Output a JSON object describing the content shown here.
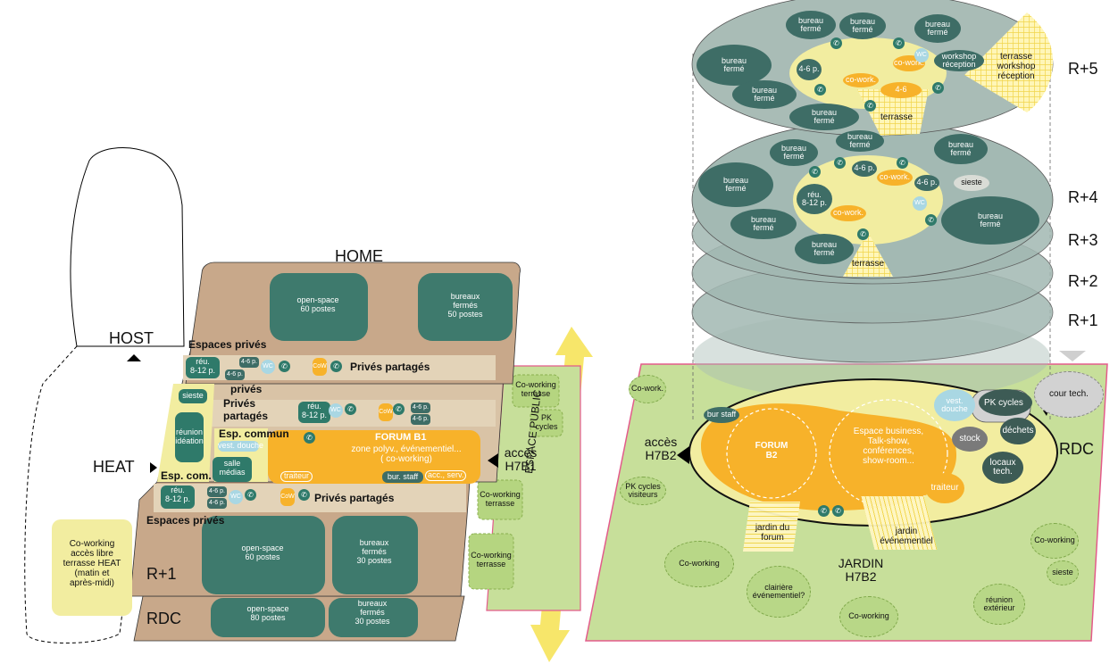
{
  "labels": {
    "home": "HOME",
    "host": "HOST",
    "heat": "HEAT",
    "espace_public": "ESPACE PUBLIC",
    "acces_h7b1": [
      "accès",
      "H7B1"
    ],
    "acces_h7b2": [
      "accès",
      "H7B2"
    ],
    "jardin_h7b2": [
      "JARDIN",
      "H7B2"
    ],
    "rdc_right": "RDC"
  },
  "levels": [
    "R+5",
    "R+4",
    "R+3",
    "R+2",
    "R+1"
  ],
  "left_building": {
    "espaces_prives_top": "Espaces privés",
    "espaces_prives_bottom": "Espaces privés",
    "prives_partages_1": "Privés partagés",
    "prives_partages_2": [
      "Privés",
      "partagés"
    ],
    "prives_partages_3": "Privés partagés",
    "prives_cut": "privés",
    "esp_commun": "Esp. commun",
    "esp_com": "Esp. com.",
    "open_space_top": [
      "open-space",
      "60 postes"
    ],
    "bureaux_top": [
      "bureaux",
      "fermés",
      "50 postes"
    ],
    "open_space_r1": [
      "open-space",
      "60 postes"
    ],
    "bureaux_r1": [
      "bureaux",
      "fermés",
      "30 postes"
    ],
    "open_space_rdc": [
      "open-space",
      "80 postes"
    ],
    "bureaux_rdc": [
      "bureaux",
      "fermés",
      "30 postes"
    ],
    "r1": "R+1",
    "rdc": "RDC",
    "reu_8_12": [
      "réu.",
      "8-12 p."
    ],
    "four_six": "4-6 p.",
    "wc": "WC",
    "cow": [
      "Co",
      "W"
    ],
    "sieste": "sieste",
    "reunion_ideation": [
      "réunion",
      "idéation"
    ],
    "vest_douche": "vest. douche",
    "salle_medias": [
      "salle",
      "médias"
    ],
    "forum_b1_title": "FORUM B1",
    "forum_b1_sub": [
      "zone polyv., événementiel...",
      "( co-working)"
    ],
    "traiteur": "traiteur",
    "bur_staff": "bur. staff",
    "acc_serv": "acc., serv.",
    "coworking_free": [
      "Co-working",
      "accès libre",
      "terrasse HEAT",
      "(matin et",
      "après-midi)"
    ]
  },
  "terrasse_left": {
    "coworking_terrasse_1": [
      "Co-working",
      "terrasse"
    ],
    "pk_cycles": [
      "PK",
      "cycles"
    ],
    "coworking_terrasse_2": [
      "Co-working",
      "terrasse"
    ],
    "coworking_terrasse_3": [
      "Co-working",
      "terrasse"
    ]
  },
  "r5": {
    "bureau_ferme": [
      "bureau",
      "fermé"
    ],
    "four_six": "4-6 p.",
    "co_work": "co-work.",
    "wc": "WC",
    "workshop": [
      "workshop",
      "réception"
    ],
    "terrasse_workshop": [
      "terrasse",
      "workshop",
      "réception"
    ],
    "terrasse": "terrasse",
    "small_46": "4-6"
  },
  "r4": {
    "bureau_ferme": [
      "bureau",
      "fermé"
    ],
    "four_six": "4-6 p.",
    "co_work": "co-work.",
    "wc": "WC",
    "reu": [
      "réu.",
      "8-12 p."
    ],
    "sieste": "sieste",
    "terrasse": "terrasse"
  },
  "rdc": {
    "co_work": "Co-work.",
    "bur_staff": "bur staff",
    "forum_b2": [
      "FORUM",
      "B2"
    ],
    "espace_business": [
      "Espace business,",
      "Talk-show,",
      "conférences,",
      "show-room..."
    ],
    "vest_douche": [
      "vest.",
      "douche"
    ],
    "pk_cycles": "PK cycles",
    "stock": "stock",
    "dechets": "déchets",
    "locaux_tech": [
      "locaux",
      "tech."
    ],
    "traiteur": "traiteur",
    "cour_tech": "cour tech.",
    "pk_cycles_visiteurs": [
      "PK cycles",
      "visiteurs"
    ],
    "jardin_forum": [
      "jardin du",
      "forum"
    ],
    "jardin_evenementiel": [
      "jardin",
      "événementiel"
    ],
    "coworking_1": "Co-working",
    "coworking_2": "Co-working",
    "coworking_3": "Co-working",
    "clairiere": [
      "clairière",
      "événementiel?"
    ],
    "sieste": "sieste",
    "reunion_exterieur": [
      "réunion",
      "extérieur"
    ]
  },
  "colors": {
    "tan": "#c8a88a",
    "teal": "#2f7a6a",
    "yellow": "#f7b22a",
    "pale_yellow": "#f2eda0",
    "green": "#c7df9a",
    "grey_disc": "#9cb3ad"
  }
}
